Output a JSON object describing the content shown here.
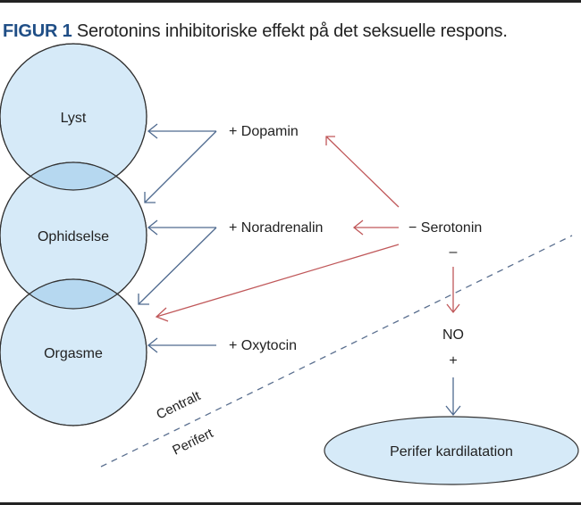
{
  "figure": {
    "label": "FIGUR 1",
    "caption": "Serotonins inhibitoriske effekt på det seksuelle respons."
  },
  "circles": [
    {
      "id": "lyst",
      "label": "Lyst"
    },
    {
      "id": "ophidselse",
      "label": "Ophidselse"
    },
    {
      "id": "orgasme",
      "label": "Orgasme"
    }
  ],
  "mediators": {
    "dopamin": "+ Dopamin",
    "noradrenalin": "+ Noradrenalin",
    "oxytocin": "+ Oxytocin",
    "serotonin": "− Serotonin",
    "serotonin_sign": "–",
    "no": "NO",
    "no_sign": "+"
  },
  "regions": {
    "central": "Centralt",
    "peripheral": "Perifert"
  },
  "outcome": {
    "label": "Perifer kardilatation"
  },
  "colors": {
    "title_accent": "#1f4e86",
    "circle_fill": "#d6eaf8",
    "overlap_fill": "#b6d8f0",
    "stimulating_arrow": "#4f6a8f",
    "inhibiting_arrow": "#c0585a",
    "dashed_line": "#5a6f8f"
  }
}
